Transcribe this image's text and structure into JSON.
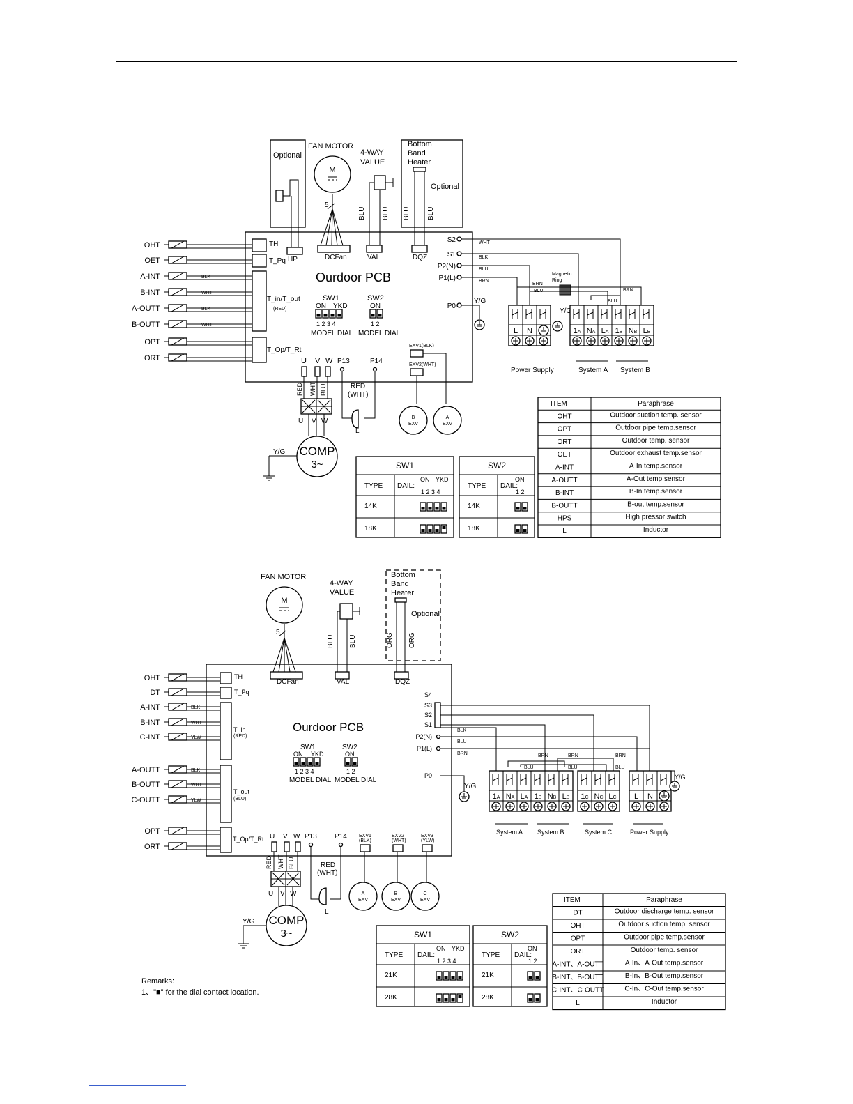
{
  "diagram1": {
    "pcb": "Ourdoor PCB",
    "optional_left": "Optional",
    "fan_motor": "FAN MOTOR",
    "motor_m": "M",
    "four_way": [
      "4-WAY",
      "VALUE"
    ],
    "heater": [
      "Bottom",
      "Band",
      "Heater"
    ],
    "optional_right": "Optional",
    "five": "5",
    "blu": "BLU",
    "conn_hp": "HP",
    "conn_dcfan": "DCFan",
    "conn_val": "VAL",
    "conn_dqz": "DQZ",
    "sensors": [
      "OHT",
      "OET",
      "A-INT",
      "B-INT",
      "A-OUTT",
      "B-OUTT",
      "OPT",
      "ORT"
    ],
    "wire_colors": [
      "BLK",
      "WHT",
      "BLK",
      "WHT"
    ],
    "conn_th": "TH",
    "conn_tpq": "T_Pq",
    "conn_tinout": "T_in/T_out",
    "conn_red": "(RED)",
    "conn_topt": "T_Op/T_Rt",
    "sw1": "SW1",
    "sw2": "SW2",
    "sw_on": "ON",
    "sw_ykd": "YKD",
    "sw_nums4": "1 2 3 4",
    "sw_nums2": "1 2",
    "model_dial": "MODEL DIAL",
    "terminals_right": [
      "S2",
      "S1",
      "P2(N)",
      "P1(L)",
      "P0"
    ],
    "right_wire_labels": [
      "WHT",
      "BLK",
      "BLU",
      "BRN"
    ],
    "yg": "Y/G",
    "magnetic": [
      "Magnetic",
      "Ring"
    ],
    "brn": "BRN",
    "blu_wire": "BLU",
    "power_terms": [
      "L",
      "N"
    ],
    "sys_terms": [
      "1A",
      "NA",
      "LA",
      "1B",
      "NB",
      "LB"
    ],
    "power_supply": "Power Supply",
    "system_a": "System A",
    "system_b": "System B",
    "exv1": "EXV1(BLK)",
    "exv2": "EXV2(WHT)",
    "exv_b": "B\nEXV",
    "exv_a": "A\nEXV",
    "uvw": [
      "U",
      "V",
      "W"
    ],
    "p13": "P13",
    "p14": "P14",
    "comp_wires": [
      "RED",
      "WHT",
      "BLU"
    ],
    "red_wht": [
      "RED",
      "(WHT)"
    ],
    "inductor_l": "L",
    "comp": "COMP",
    "comp_phase": "3~",
    "sw1_table": {
      "title": "SW1",
      "type": "TYPE",
      "dail": "DAIL:",
      "on": "ON",
      "ykd": "YKD",
      "nums": "1 2 3 4",
      "rows": [
        "14K",
        "18K"
      ]
    },
    "sw2_table": {
      "title": "SW2",
      "type": "TYPE",
      "dail": "DAIL:",
      "on": "ON",
      "nums": "1 2",
      "rows": [
        "14K",
        "18K"
      ]
    },
    "item_table": {
      "headers": [
        "ITEM",
        "Paraphrase"
      ],
      "rows": [
        [
          "OHT",
          "Outdoor suction temp. sensor"
        ],
        [
          "OPT",
          "Outdoor pipe temp.sensor"
        ],
        [
          "ORT",
          "Outdoor temp. sensor"
        ],
        [
          "OET",
          "Outdoor exhaust temp.sensor"
        ],
        [
          "A-INT",
          "A-In temp.sensor"
        ],
        [
          "A-OUTT",
          "A-Out temp.sensor"
        ],
        [
          "B-INT",
          "B-In temp.sensor"
        ],
        [
          "B-OUTT",
          "B-out temp.sensor"
        ],
        [
          "HPS",
          "High pressor switch"
        ],
        [
          "L",
          "Inductor"
        ]
      ]
    }
  },
  "diagram2": {
    "pcb": "Ourdoor PCB",
    "fan_motor": "FAN MOTOR",
    "motor_m": "M",
    "four_way": [
      "4-WAY",
      "VALUE"
    ],
    "heater": [
      "Bottom",
      "Band",
      "Heater"
    ],
    "optional": "Optional",
    "five": "5",
    "blu": "BLU",
    "org": "ORG",
    "conn_dcfan": "DCFan",
    "conn_val": "VAL",
    "conn_dqz": "DQZ",
    "sensors": [
      "OHT",
      "DT",
      "A-INT",
      "B-INT",
      "C-INT",
      "A-OUTT",
      "B-OUTT",
      "C-OUTT",
      "OPT",
      "ORT"
    ],
    "wire_colors": [
      "BLK",
      "WHT",
      "YLW",
      "BLK",
      "WHT",
      "YLW"
    ],
    "conn_th": "TH",
    "conn_tpq": "T_Pq",
    "conn_tin": "T_in",
    "conn_red": "(RED)",
    "conn_tout": "T_out",
    "conn_blu": "(BLU)",
    "conn_topt": "T_Op/T_Rt",
    "sw1": "SW1",
    "sw2": "SW2",
    "sw_on": "ON",
    "sw_ykd": "YKD",
    "sw_nums4": "1 2 3 4",
    "sw_nums2": "1 2",
    "model_dial": "MODEL DIAL",
    "terminals_right": [
      "S4",
      "S3",
      "S2",
      "S1",
      "P2(N)",
      "P1(L)",
      "P0"
    ],
    "right_wire_labels": [
      "BLK",
      "BLU",
      "BRN"
    ],
    "yg": "Y/G",
    "brn": "BRN",
    "blu_wire": "BLU",
    "sys_terms": [
      "1A",
      "NA",
      "LA",
      "1B",
      "NB",
      "LB",
      "1C",
      "NC",
      "LC"
    ],
    "power_terms": [
      "L",
      "N"
    ],
    "system_a": "System A",
    "system_b": "System B",
    "system_c": "System C",
    "power_supply": "Power Supply",
    "exv1": [
      "EXV1",
      "(BLK)"
    ],
    "exv2": [
      "EXV2",
      "(WHT)"
    ],
    "exv3": [
      "EXV3",
      "(YLW)"
    ],
    "exv_labels": [
      [
        "A",
        "EXV"
      ],
      [
        "B",
        "EXV"
      ],
      [
        "C",
        "EXV"
      ]
    ],
    "uvw": [
      "U",
      "V",
      "W"
    ],
    "p13": "P13",
    "p14": "P14",
    "comp_wires": [
      "RED",
      "WHT",
      "BLU"
    ],
    "red_wht": [
      "RED",
      "(WHT)"
    ],
    "inductor_l": "L",
    "comp": "COMP",
    "comp_phase": "3~",
    "sw1_table": {
      "title": "SW1",
      "type": "TYPE",
      "dail": "DAIL:",
      "on": "ON",
      "ykd": "YKD",
      "nums": "1 2 3 4",
      "rows": [
        "21K",
        "28K"
      ]
    },
    "sw2_table": {
      "title": "SW2",
      "type": "TYPE",
      "dail": "DAIL:",
      "on": "ON",
      "nums": "1 2",
      "rows": [
        "21K",
        "28K"
      ]
    },
    "item_table": {
      "headers": [
        "ITEM",
        "Paraphrase"
      ],
      "rows": [
        [
          "DT",
          "Outdoor discharge temp. sensor"
        ],
        [
          "OHT",
          "Outdoor suction temp. sensor"
        ],
        [
          "OPT",
          "Outdoor pipe temp.sensor"
        ],
        [
          "ORT",
          "Outdoor temp. sensor"
        ],
        [
          "A-INT、A-OUTT",
          "A-In、A-Out temp.sensor"
        ],
        [
          "B-INT、B-OUTT",
          "B-In、B-Out temp.sensor"
        ],
        [
          "C-INT、C-OUTT",
          "C-In、C-Out temp.sensor"
        ],
        [
          "L",
          "Inductor"
        ]
      ]
    }
  },
  "remarks": {
    "title": "Remarks:",
    "line1": "1、\"■\" for the dial contact location."
  }
}
